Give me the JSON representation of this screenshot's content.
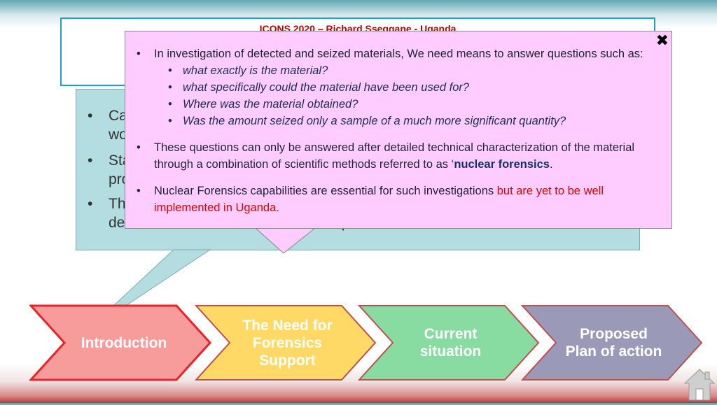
{
  "title": "ICONS 2020 – Richard Sseggane - Uganda",
  "background_bullets": [
    {
      "line1": "Ca",
      "line2": "wo"
    },
    {
      "line1": "Sta",
      "line2": "pro"
    },
    {
      "line1": "Th",
      "line2": "detected and seiz                       aid prosecution."
    }
  ],
  "popup": {
    "close_icon": "✖",
    "bullet1": "In investigation of detected and seized materials, We need means to answer questions such as:",
    "questions": [
      "what exactly is the material?",
      "what specifically could the material have been used for?",
      "Where was the material obtained?",
      "Was the amount seized only a sample of a much more significant quantity?"
    ],
    "bullet2_pre": "These questions can only be answered after detailed technical characterization of the material through a combination of scientific methods referred to as ‘",
    "bullet2_term": "nuclear forensics",
    "bullet2_post": ".",
    "bullet3_pre": "Nuclear Forensics capabilities are essential for such investigations ",
    "bullet3_red": "but are yet to be well implemented in Uganda."
  },
  "steps": [
    {
      "label": "Introduction",
      "color": "#f89b9b",
      "border": "#e8232a"
    },
    {
      "label": "The Need for Forensics Support",
      "color": "#ffd966",
      "border": "#c0504d"
    },
    {
      "label": "Current situation",
      "color": "#88dca2",
      "border": "#c0504d"
    },
    {
      "label": "Proposed Plan of action",
      "color": "#9a9ab8",
      "border": "#c0504d"
    }
  ],
  "icons": {
    "close": "close-icon",
    "home": "home-icon"
  }
}
